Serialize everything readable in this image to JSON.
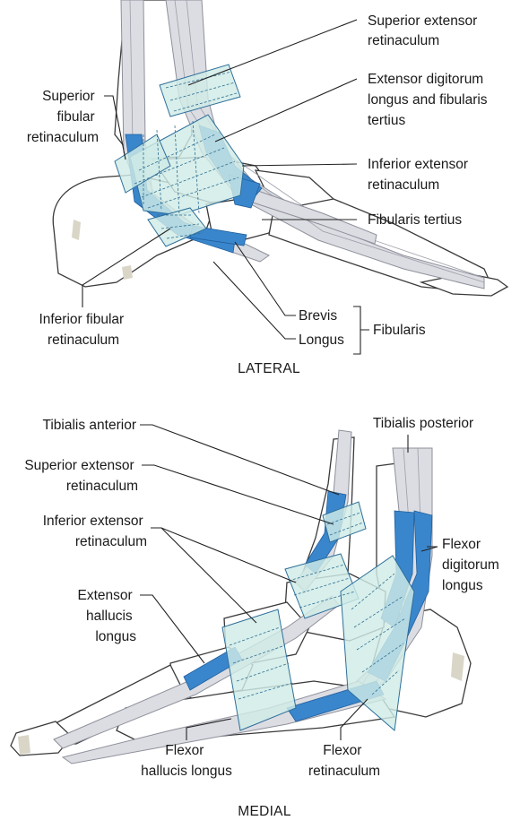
{
  "lateral": {
    "caption": "LATERAL",
    "labels": {
      "superior_extensor_retinaculum": [
        "Superior extensor",
        "retinaculum"
      ],
      "extensor_digitorum": [
        "Extensor digitorum",
        "longus and fibularis",
        "tertius"
      ],
      "inferior_extensor_retinaculum": [
        "Inferior extensor",
        "retinaculum"
      ],
      "fibularis_tertius": [
        "Fibularis tertius"
      ],
      "superior_fibular_retinaculum": [
        "Superior",
        "fibular",
        "retinaculum"
      ],
      "inferior_fibular_retinaculum": [
        "Inferior fibular",
        "retinaculum"
      ],
      "brevis": "Brevis",
      "longus": "Longus",
      "fibularis": "Fibularis"
    }
  },
  "medial": {
    "caption": "MEDIAL",
    "labels": {
      "tibialis_anterior": [
        "Tibialis anterior"
      ],
      "superior_extensor_retinaculum": [
        "Superior extensor",
        "retinaculum"
      ],
      "inferior_extensor_retinaculum": [
        "Inferior extensor",
        "retinaculum"
      ],
      "extensor_hallucis_longus": [
        "Extensor",
        "hallucis",
        "longus"
      ],
      "tibialis_posterior": [
        "Tibialis posterior"
      ],
      "flexor_digitorum_longus": [
        "Flexor",
        "digitorum",
        "longus"
      ],
      "flexor_hallucis_longus": [
        "Flexor",
        "hallucis longus"
      ],
      "flexor_retinaculum": [
        "Flexor",
        "retinaculum"
      ]
    }
  },
  "colors": {
    "synovial_sheath": "#3a86cc",
    "retinaculum": "#cfece6",
    "tendon": "#dcdde3",
    "bone_outline": "#3a3a3a"
  }
}
